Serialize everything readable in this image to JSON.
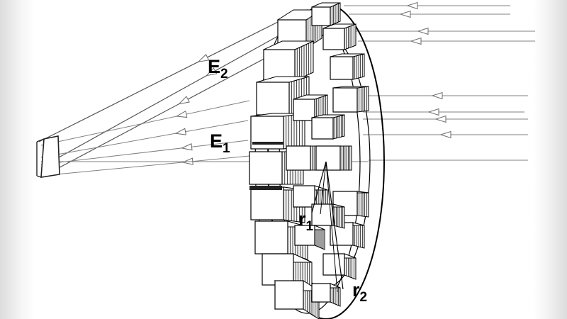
{
  "labels": {
    "E2": {
      "main": "E",
      "sub": "2"
    },
    "E1": {
      "main": "E",
      "sub": "1"
    },
    "r1": {
      "main": "r",
      "sub": "1"
    },
    "r2": {
      "main": "r",
      "sub": "2"
    }
  },
  "colors": {
    "background": "#ffffff",
    "line": "#000000",
    "ray": "#808080",
    "arrow": "#6a6a6a"
  }
}
